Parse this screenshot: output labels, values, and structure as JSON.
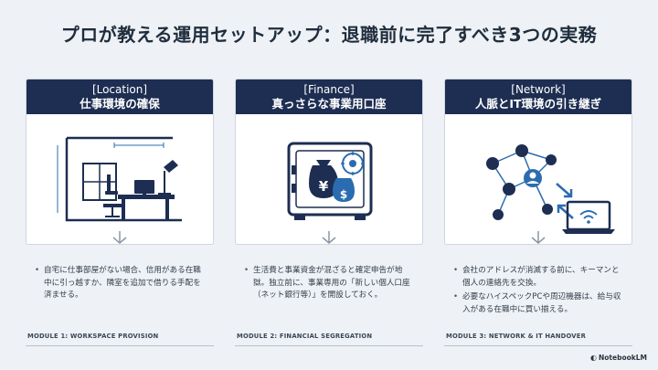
{
  "title": "プロが教える運用セットアップ：退職前に完了すべき3つの実務",
  "columns": [
    {
      "tag": "[Location]",
      "heading": "仕事環境の確保",
      "bullets": [
        "自宅に仕事部屋がない場合、信用がある在職中に引っ越すか、隣室を追加で借りる手配を済ませる。"
      ],
      "module": "MODULE 1: WORKSPACE PROVISION"
    },
    {
      "tag": "[Finance]",
      "heading": "真っさらな事業用口座",
      "bullets": [
        "生活費と事業資金が混ざると確定申告が地獄。独立前に、事業専用の「新しい個人口座（ネット銀行等）」を開設しておく。"
      ],
      "module": "MODULE 2: FINANCIAL SEGREGATION"
    },
    {
      "tag": "[Network]",
      "heading": "人脈とIT環境の引き継ぎ",
      "bullets": [
        "会社のアドレスが消滅する前に、キーマンと個人の連絡先を交換。",
        "必要なハイスペックPCや周辺機器は、給与収入がある在職中に買い揃える。"
      ],
      "module": "MODULE 3: NETWORK & IT HANDOVER"
    }
  ],
  "brand": "NotebookLM",
  "icons": [
    "room-desk-icon",
    "safe-money-icon",
    "network-laptop-icon",
    "down-arrow-icon"
  ],
  "colors": {
    "header": "#1d2e52",
    "background": "#eef1f5",
    "accent": "#2b6cb0"
  }
}
